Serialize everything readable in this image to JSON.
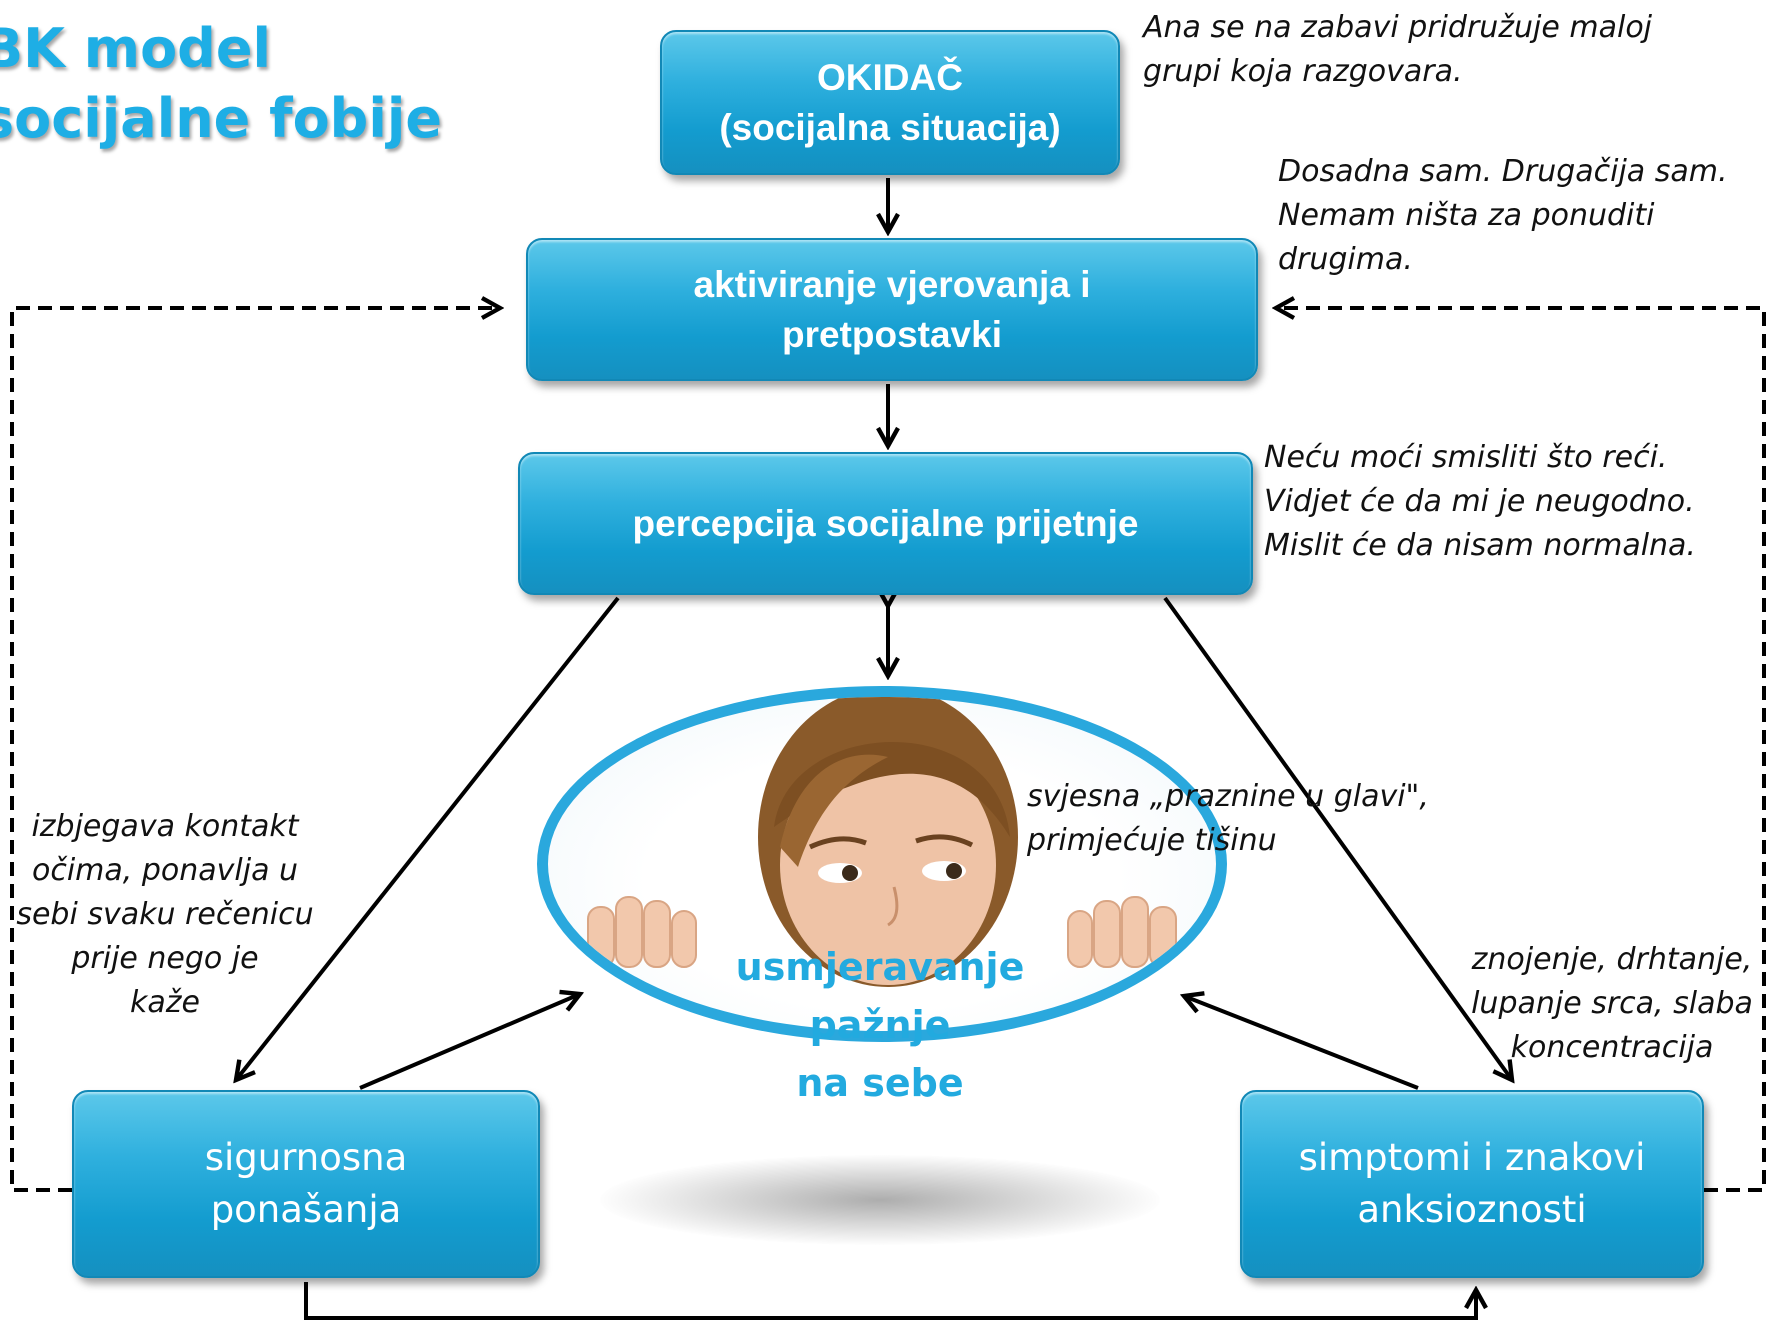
{
  "title": {
    "line1": "BK model",
    "line2": "socijalne fobije"
  },
  "boxes": {
    "okidac": {
      "line1": "OKIDAČ",
      "line2": "(socijalna situacija)"
    },
    "aktiviranje": {
      "line1": "aktiviranje vjerovanja i",
      "line2": "pretpostavki"
    },
    "percepcija": {
      "line1": "percepcija socijalne prijetnje"
    },
    "sigurnosna": {
      "line1": "sigurnosna",
      "line2": "ponašanja"
    },
    "simptomi": {
      "line1": "simptomi i znakovi",
      "line2": "anksioznosti"
    },
    "center": {
      "line1": "usmjeravanje pažnje",
      "line2": "na sebe"
    }
  },
  "notes": {
    "okidac": [
      "Ana se na zabavi pridružuje maloj",
      "grupi koja razgovara."
    ],
    "aktiviranje": [
      "Dosadna sam. Drugačija sam.",
      "Nemam ništa za ponuditi",
      "drugima."
    ],
    "percepcija": [
      "Neću moći smisliti što reći.",
      "Vidjet će da mi je neugodno.",
      "Mislit će da nisam normalna."
    ],
    "center": [
      "svjesna „praznine u glavi\",",
      "primjećuje tišinu"
    ],
    "left": [
      "izbjegava kontakt",
      "očima, ponavlja u",
      "sebi svaku rečenicu",
      "prije nego je",
      "kaže"
    ],
    "right": [
      "znojenje, drhtanje,",
      "lupanje srca, slaba",
      "koncentracija"
    ]
  },
  "colors": {
    "box_fill": "#1ea3d6",
    "title": "#1eaee5",
    "oval_border": "#2aa8dd",
    "center_label": "#22aadf",
    "skin": "#eec0a4",
    "hair": "#8a5a2a"
  }
}
